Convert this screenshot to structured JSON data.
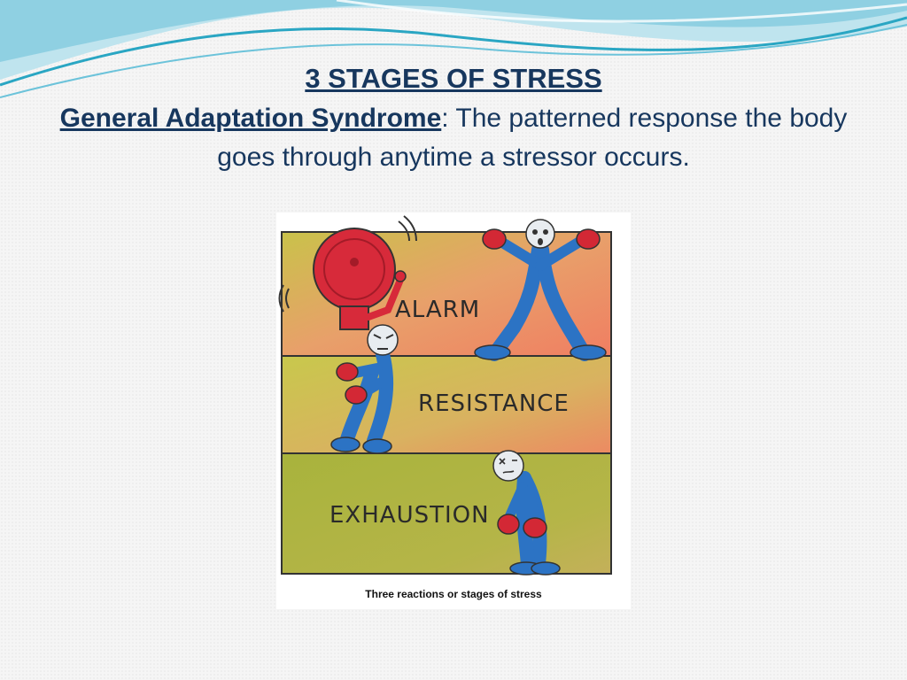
{
  "slide": {
    "heading": "3 STAGES OF STRESS",
    "term": "General Adaptation Syndrome",
    "definition": ": The patterned response the body goes through anytime a stressor occurs."
  },
  "illustration": {
    "stages": [
      "ALARM",
      "RESISTANCE",
      "EXHAUSTION"
    ],
    "caption": "Three reactions or stages of stress"
  },
  "colors": {
    "title_text": "#17375e",
    "wave_teal": "#2aa6c3",
    "figure_blue": "#2c73c4",
    "glove_red": "#d32835"
  }
}
